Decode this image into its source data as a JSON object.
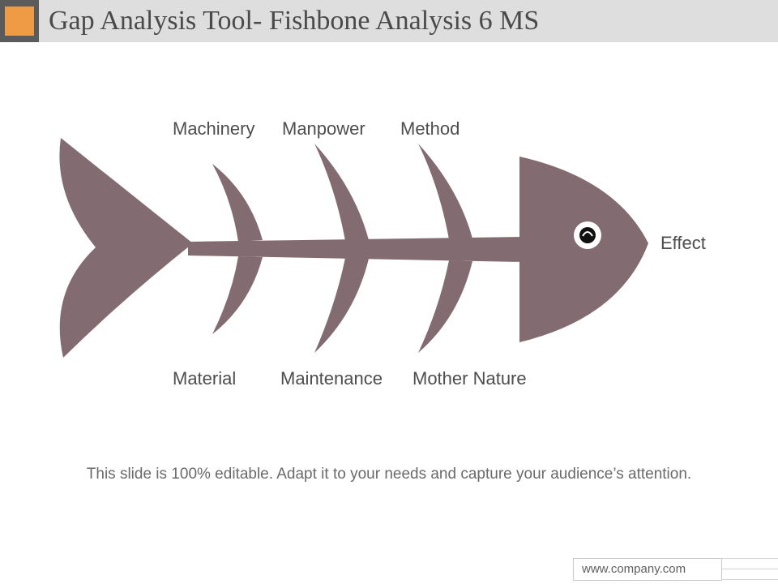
{
  "slide": {
    "title": "Gap Analysis Tool- Fishbone Analysis 6 MS",
    "caption": "This slide is 100% editable. Adapt it to your needs and capture your audience’s attention.",
    "footer": "www.company.com"
  },
  "diagram": {
    "causes_top": [
      "Machinery",
      "Manpower",
      "Method"
    ],
    "causes_bottom": [
      "Material",
      "Maintenance",
      "Mother Nature"
    ],
    "effect": "Effect"
  },
  "colors": {
    "fish": "#826c72",
    "accent": "#ef9a45",
    "title_bar": "#dedede",
    "text": "#4d4d4d"
  }
}
